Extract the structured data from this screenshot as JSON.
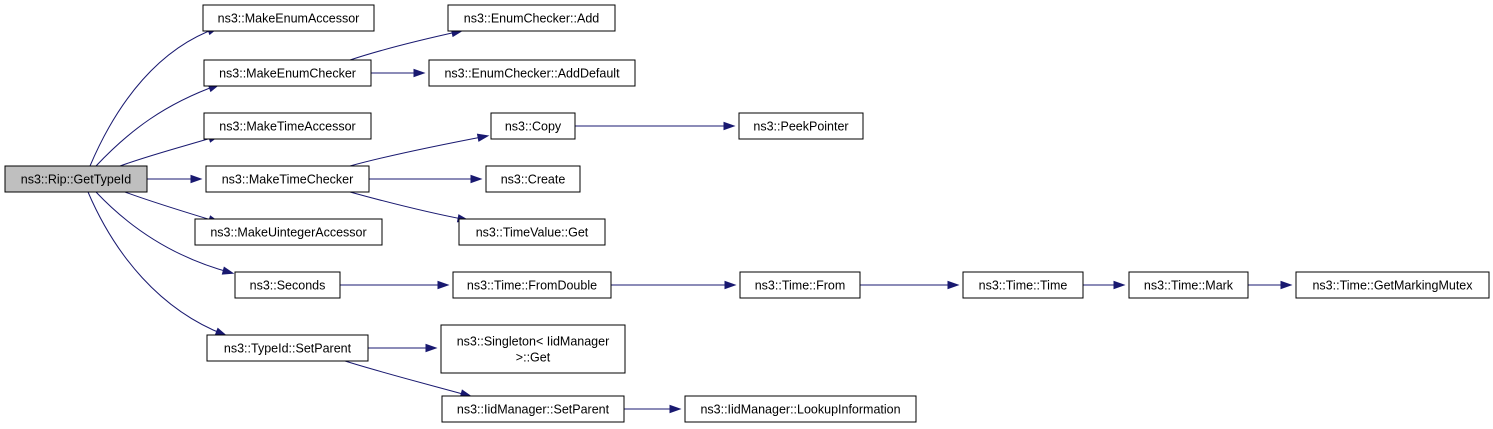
{
  "nodes": [
    {
      "id": "root",
      "label": [
        "ns3::Rip::GetTypeId"
      ],
      "root": true
    },
    {
      "id": "mkEnumAcc",
      "label": [
        "ns3::MakeEnumAccessor"
      ]
    },
    {
      "id": "mkEnumChk",
      "label": [
        "ns3::MakeEnumChecker"
      ]
    },
    {
      "id": "enumAdd",
      "label": [
        "ns3::EnumChecker::Add"
      ]
    },
    {
      "id": "enumAddDef",
      "label": [
        "ns3::EnumChecker::AddDefault"
      ]
    },
    {
      "id": "mkTimeAcc",
      "label": [
        "ns3::MakeTimeAccessor"
      ]
    },
    {
      "id": "mkTimeChk",
      "label": [
        "ns3::MakeTimeChecker"
      ]
    },
    {
      "id": "copy",
      "label": [
        "ns3::Copy"
      ]
    },
    {
      "id": "peek",
      "label": [
        "ns3::PeekPointer"
      ]
    },
    {
      "id": "create",
      "label": [
        "ns3::Create"
      ]
    },
    {
      "id": "timeValGet",
      "label": [
        "ns3::TimeValue::Get"
      ]
    },
    {
      "id": "mkUintAcc",
      "label": [
        "ns3::MakeUintegerAccessor"
      ]
    },
    {
      "id": "seconds",
      "label": [
        "ns3::Seconds"
      ]
    },
    {
      "id": "fromDouble",
      "label": [
        "ns3::Time::FromDouble"
      ]
    },
    {
      "id": "timeFrom",
      "label": [
        "ns3::Time::From"
      ]
    },
    {
      "id": "timeTime",
      "label": [
        "ns3::Time::Time"
      ]
    },
    {
      "id": "timeMark",
      "label": [
        "ns3::Time::Mark"
      ]
    },
    {
      "id": "markMutex",
      "label": [
        "ns3::Time::GetMarkingMutex"
      ]
    },
    {
      "id": "setParent",
      "label": [
        "ns3::TypeId::SetParent"
      ]
    },
    {
      "id": "singletonGet",
      "label": [
        "ns3::Singleton< IidManager",
        ">::Get"
      ]
    },
    {
      "id": "iidSetParent",
      "label": [
        "ns3::IidManager::SetParent"
      ]
    },
    {
      "id": "iidLookup",
      "label": [
        "ns3::IidManager::LookupInformation"
      ]
    }
  ],
  "edges": [
    [
      "root",
      "mkEnumAcc"
    ],
    [
      "root",
      "mkEnumChk"
    ],
    [
      "root",
      "mkTimeAcc"
    ],
    [
      "root",
      "mkTimeChk"
    ],
    [
      "root",
      "mkUintAcc"
    ],
    [
      "root",
      "seconds"
    ],
    [
      "root",
      "setParent"
    ],
    [
      "mkEnumChk",
      "enumAdd"
    ],
    [
      "mkEnumChk",
      "enumAddDef"
    ],
    [
      "mkTimeChk",
      "copy"
    ],
    [
      "mkTimeChk",
      "create"
    ],
    [
      "mkTimeChk",
      "timeValGet"
    ],
    [
      "copy",
      "peek"
    ],
    [
      "seconds",
      "fromDouble"
    ],
    [
      "fromDouble",
      "timeFrom"
    ],
    [
      "timeFrom",
      "timeTime"
    ],
    [
      "timeTime",
      "timeMark"
    ],
    [
      "timeMark",
      "markMutex"
    ],
    [
      "setParent",
      "singletonGet"
    ],
    [
      "setParent",
      "iidSetParent"
    ],
    [
      "iidSetParent",
      "iidLookup"
    ]
  ]
}
